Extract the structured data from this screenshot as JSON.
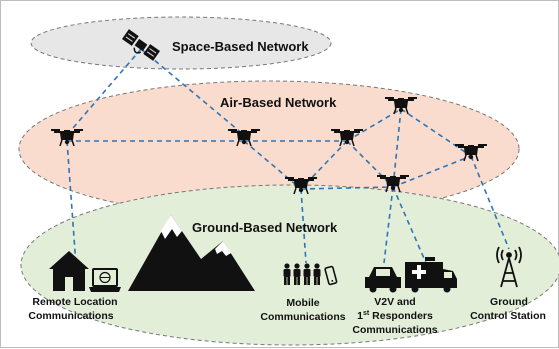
{
  "networks": {
    "space": "Space-Based Network",
    "air": "Air-Based Network",
    "ground": "Ground-Based Network"
  },
  "ground_labels": {
    "remote_1": "Remote Location",
    "remote_2": "Communications",
    "mobile_1": "Mobile",
    "mobile_2": "Communications",
    "v2v_1": "V2V and",
    "v2v_2_pre": "1",
    "v2v_2_sup": "st",
    "v2v_2_post": " Responders",
    "v2v_3": "Communications",
    "station_1": "Ground",
    "station_2": "Control Station"
  },
  "colors": {
    "space_fill": "#e7e7e7",
    "air_fill": "#f9dccd",
    "ground_fill": "#e3eed9",
    "link": "#2e75b6",
    "icon": "#111111"
  },
  "icons": [
    "satellite-icon",
    "drone-icon",
    "house-icon",
    "laptop-icon",
    "mountain-icon",
    "people-icon",
    "phone-icon",
    "car-icon",
    "ambulance-icon",
    "tower-icon"
  ]
}
